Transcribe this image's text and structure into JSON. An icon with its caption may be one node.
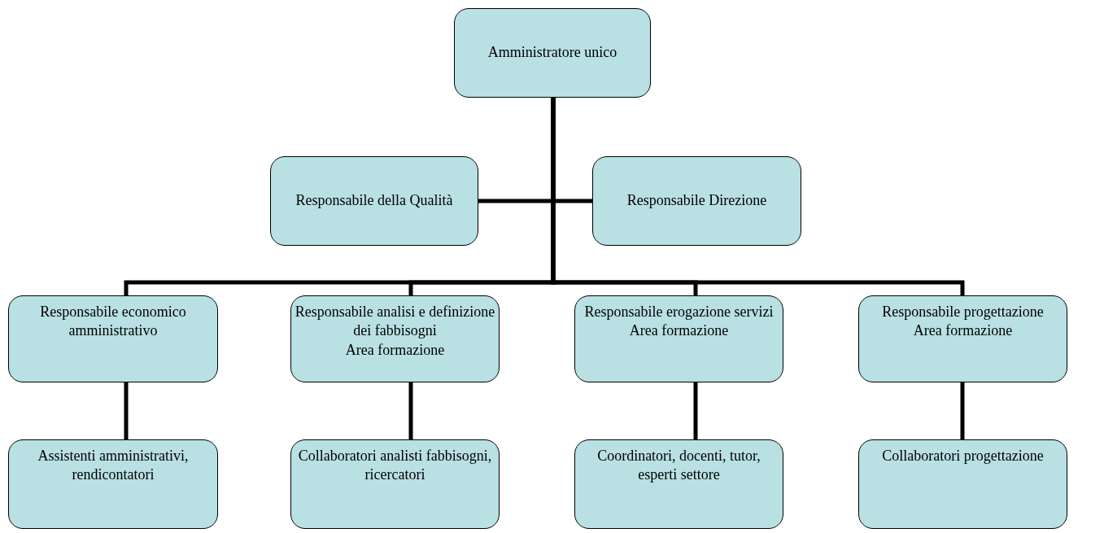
{
  "diagram": {
    "nodes": [
      {
        "text": [
          "Amministratore unico"
        ]
      },
      {
        "text": [
          "Responsabile della Qualità"
        ]
      },
      {
        "text": [
          "Responsabile Direzione"
        ]
      },
      {
        "text": [
          "Responsabile economico amministrativo"
        ]
      },
      {
        "text": [
          "Responsabile analisi e definizione dei fabbisogni",
          "Area formazione"
        ]
      },
      {
        "text": [
          "Responsabile erogazione servizi",
          "Area formazione"
        ]
      },
      {
        "text": [
          "Responsabile progettazione",
          "Area formazione"
        ]
      },
      {
        "text": [
          "Assistenti amministrativi, rendicontatori"
        ]
      },
      {
        "text": [
          "Collaboratori analisti fabbisogni, ricercatori"
        ]
      },
      {
        "text": [
          "Coordinatori, docenti, tutor, esperti settore"
        ]
      },
      {
        "text": [
          "Collaboratori progettazione"
        ]
      }
    ],
    "edges": [
      {
        "from": 0,
        "to": 1,
        "arrow": "none"
      },
      {
        "from": 0,
        "to": 2,
        "arrow": "none"
      },
      {
        "from": 0,
        "to": 3,
        "arrow": "none"
      },
      {
        "from": 0,
        "to": 4,
        "arrow": "none"
      },
      {
        "from": 0,
        "to": 5,
        "arrow": "none"
      },
      {
        "from": 0,
        "to": 6,
        "arrow": "none"
      },
      {
        "from": 3,
        "to": 7,
        "arrow": "none"
      },
      {
        "from": 4,
        "to": 8,
        "arrow": "none"
      },
      {
        "from": 5,
        "to": 9,
        "arrow": "none"
      },
      {
        "from": 6,
        "to": 10,
        "arrow": "none"
      }
    ]
  }
}
